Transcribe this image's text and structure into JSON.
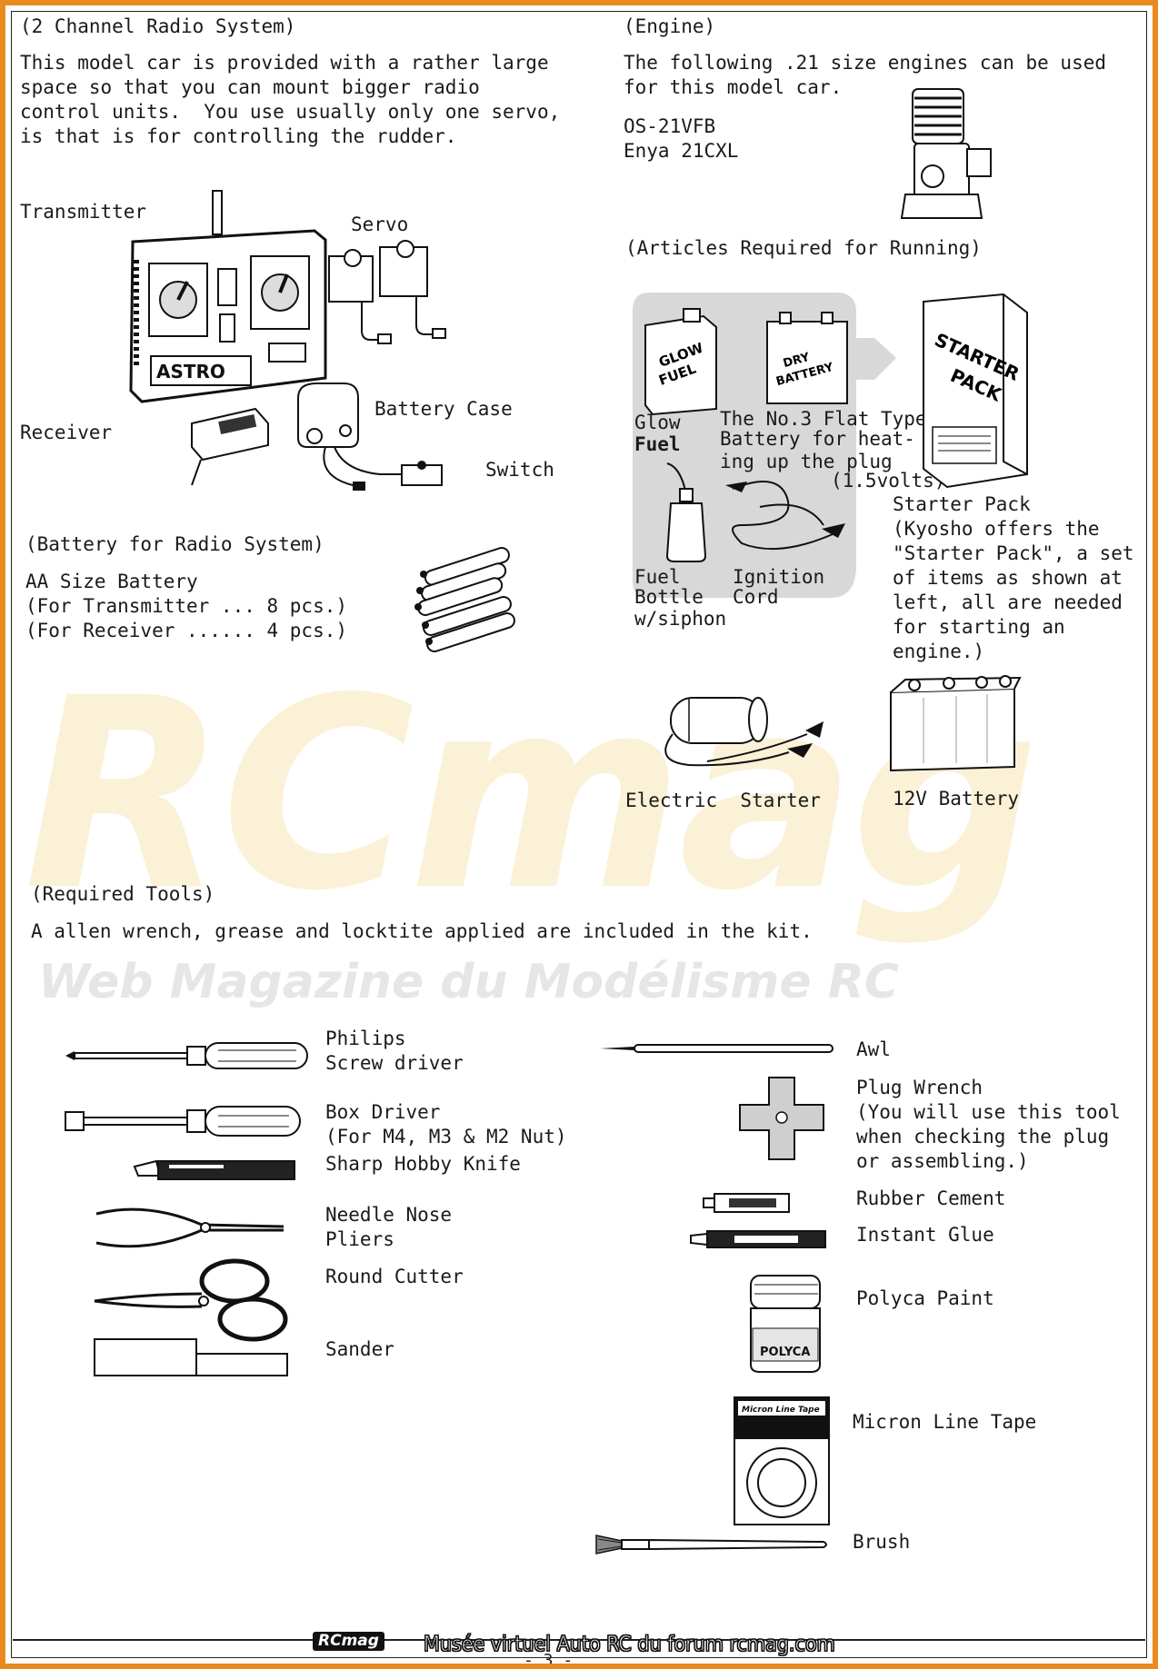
{
  "watermark": {
    "logo": "RCmag",
    "subtitle": "Web Magazine du Modélisme RC"
  },
  "radio": {
    "heading": "(2 Channel Radio System)",
    "intro": [
      "This model car is provided with a rather large",
      "space so that you can mount bigger radio",
      "control units.  You use usually only one servo,",
      "is that is for controlling the rudder."
    ],
    "transmitter": "Transmitter",
    "servo": "Servo",
    "receiver": "Receiver",
    "battery_case": "Battery Case",
    "switch": "Switch",
    "transmitter_brand": "ASTRO"
  },
  "battery": {
    "heading": "(Battery for Radio System)",
    "lines": [
      "AA Size Battery",
      "(For Transmitter ... 8 pcs.)",
      "(For Receiver ...... 4 pcs.)"
    ]
  },
  "engine": {
    "heading": "(Engine)",
    "intro": [
      "The following .21 size engines can be used",
      "for this model car."
    ],
    "models": [
      "OS-21VFB",
      "Enya 21CXL"
    ]
  },
  "articles": {
    "heading": "(Articles Required for Running)",
    "glow_fuel_label": [
      "Glow",
      "Fuel"
    ],
    "glow_fuel_can": [
      "GLOW",
      "FUEL"
    ],
    "dry_battery_can": [
      "DRY",
      "BATTERY"
    ],
    "flat_battery": [
      "The No.3 Flat Type",
      "Battery for heat-",
      "ing up the plug",
      "(1.5volts)"
    ],
    "fuel_bottle": [
      "Fuel",
      "Bottle",
      "w/siphon"
    ],
    "ignition_cord": [
      "Ignition",
      "Cord"
    ],
    "starter_box": [
      "STARTER",
      "PACK"
    ],
    "starter_pack": [
      "Starter Pack",
      "(Kyosho offers the",
      "\"Starter Pack\", a set",
      "of items as shown at",
      "left, all are needed",
      "for starting an",
      "engine.)"
    ],
    "electric_starter": "Electric  Starter",
    "battery_12v": "12V Battery"
  },
  "tools": {
    "heading": "(Required Tools)",
    "intro": "A allen wrench, grease and locktite applied are included in the kit.",
    "philips": [
      "Philips",
      "Screw driver"
    ],
    "box_driver": [
      "Box Driver",
      "(For M4, M3 & M2 Nut)"
    ],
    "hobby_knife": "Sharp Hobby Knife",
    "pliers": [
      "Needle Nose",
      "Pliers"
    ],
    "round_cutter": "Round Cutter",
    "sander": "Sander",
    "awl": "Awl",
    "plug_wrench": [
      "Plug Wrench",
      "(You will use this tool",
      "when checking the plug",
      "or assembling.)"
    ],
    "rubber_cement": "Rubber Cement",
    "instant_glue": "Instant Glue",
    "polyca_paint": "Polyca Paint",
    "polyca_label": "POLYCA",
    "micron_tape": "Micron Line Tape",
    "micron_label": "Micron Line Tape",
    "brush": "Brush"
  },
  "footer": {
    "logo": "RCmag",
    "text": "Musée virtuel Auto RC du forum rcmag.com",
    "page": "- 3 -"
  }
}
